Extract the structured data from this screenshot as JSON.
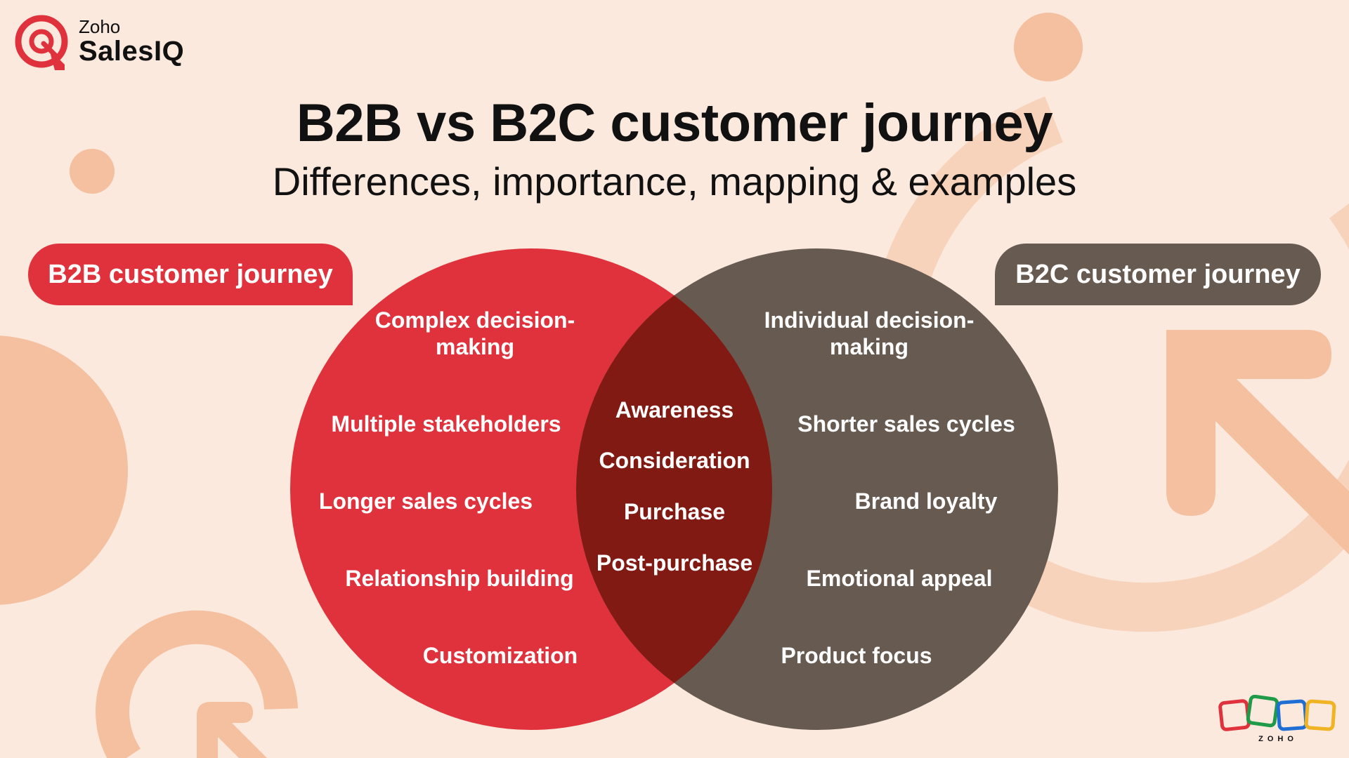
{
  "brand": {
    "zoho_label": "Zoho",
    "product_label": "SalesIQ",
    "footer_logo_text": "ZOHO"
  },
  "header": {
    "title": "B2B vs B2C customer journey",
    "subtitle": "Differences, importance, mapping & examples"
  },
  "b2b": {
    "label": "B2B customer journey",
    "color": "#e0323c",
    "items": [
      "Complex decision-making",
      "Multiple stakeholders",
      "Longer sales cycles",
      "Relationship building",
      "Customization"
    ]
  },
  "b2c": {
    "label": "B2C customer journey",
    "color": "#675a50",
    "items": [
      "Individual decision-making",
      "Shorter sales cycles",
      "Brand loyalty",
      "Emotional appeal",
      "Product focus"
    ]
  },
  "shared": {
    "color": "#821a14",
    "items": [
      "Awareness",
      "Consideration",
      "Purchase",
      "Post-purchase"
    ]
  },
  "colors": {
    "background": "#fbe9de",
    "decoration": "#f4c0a0",
    "decoration_light": "#f7d3bb"
  }
}
